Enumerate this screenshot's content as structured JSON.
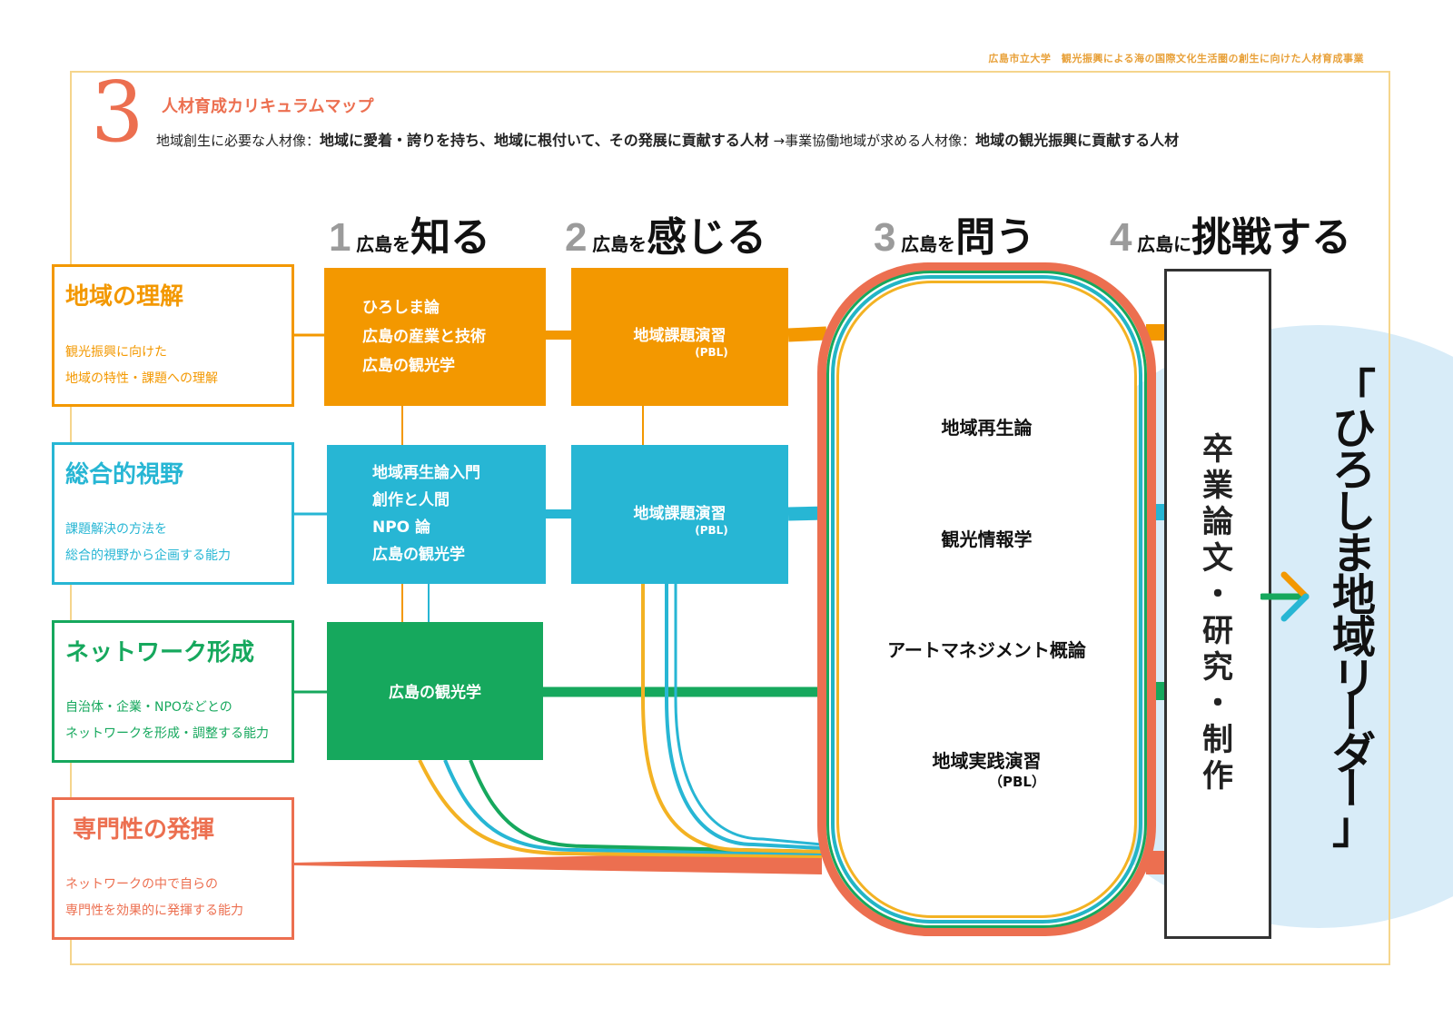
{
  "header": {
    "organization": "広島市立大学　観光振興による海の国際文化生活圏の創生に向けた人材育成事業",
    "section_number": "3",
    "title": "人材育成カリキュラムマップ",
    "persona_prefix": "地域創生に必要な人材像：",
    "persona_main": "地域に愛着・誇りを持ち、地域に根付いて、その発展に貢献する人材",
    "persona_arrow": "→事業協働地域が求める人材像：",
    "persona_regional": "地域の観光振興に貢献する人材"
  },
  "stages": [
    {
      "num": "1",
      "place": "広島を",
      "verb": "知る"
    },
    {
      "num": "2",
      "place": "広島を",
      "verb": "感じる"
    },
    {
      "num": "3",
      "place": "広島を",
      "verb": "問う"
    },
    {
      "num": "4",
      "place": "広島に",
      "verb": "挑戦する"
    }
  ],
  "categories": [
    {
      "title": "地域の理解",
      "desc": [
        "観光振興に向けた",
        "地域の特性・課題への理解"
      ],
      "color": "#f39800"
    },
    {
      "title": "総合的視野",
      "desc": [
        "課題解決の方法を",
        "総合的視野から企画する能力"
      ],
      "color": "#27b6d4"
    },
    {
      "title": "ネットワーク形成",
      "desc": [
        "自治体・企業・NPOなどとの",
        "ネットワークを形成・調整する能力"
      ],
      "color": "#16a85d"
    },
    {
      "title": "専門性の発揮",
      "desc": [
        "ネットワークの中で自らの",
        "専門性を効果的に発揮する能力"
      ],
      "color": "#ec6f50"
    }
  ],
  "stage1_courses": {
    "understanding": [
      "ひろしま論",
      "広島の産業と技術",
      "広島の観光学"
    ],
    "perspective": [
      "地域再生論入門",
      "創作と人間",
      "NPO 論",
      "広島の観光学"
    ],
    "network": [
      "広島の観光学"
    ]
  },
  "stage2_courses": {
    "understanding": {
      "name": "地域課題演習",
      "note": "(PBL)"
    },
    "perspective": {
      "name": "地域課題演習",
      "note": "(PBL)"
    }
  },
  "stage3_courses": [
    {
      "name": "地域再生論",
      "note": ""
    },
    {
      "name": "観光情報学",
      "note": ""
    },
    {
      "name": "アートマネジメント概論",
      "note": ""
    },
    {
      "name": "地域実践演習",
      "note": "（PBL）"
    }
  ],
  "stage4": {
    "vertical_text": [
      "卒",
      "業",
      "論",
      "文",
      "・",
      "研",
      "究",
      "・",
      "制",
      "作"
    ]
  },
  "goal": {
    "vertical_text": [
      "「",
      "ひ",
      "ろ",
      "し",
      "ま",
      "地",
      "域",
      "リ",
      "ー",
      "ダ",
      "ー",
      "」"
    ]
  },
  "colors": {
    "orange": "#f39800",
    "cyan": "#27b6d4",
    "green": "#16a85d",
    "red": "#ec6f50",
    "yellow": "#f3b223",
    "frame": "#f5d58c",
    "goal_bg": "#d8ecf8"
  }
}
